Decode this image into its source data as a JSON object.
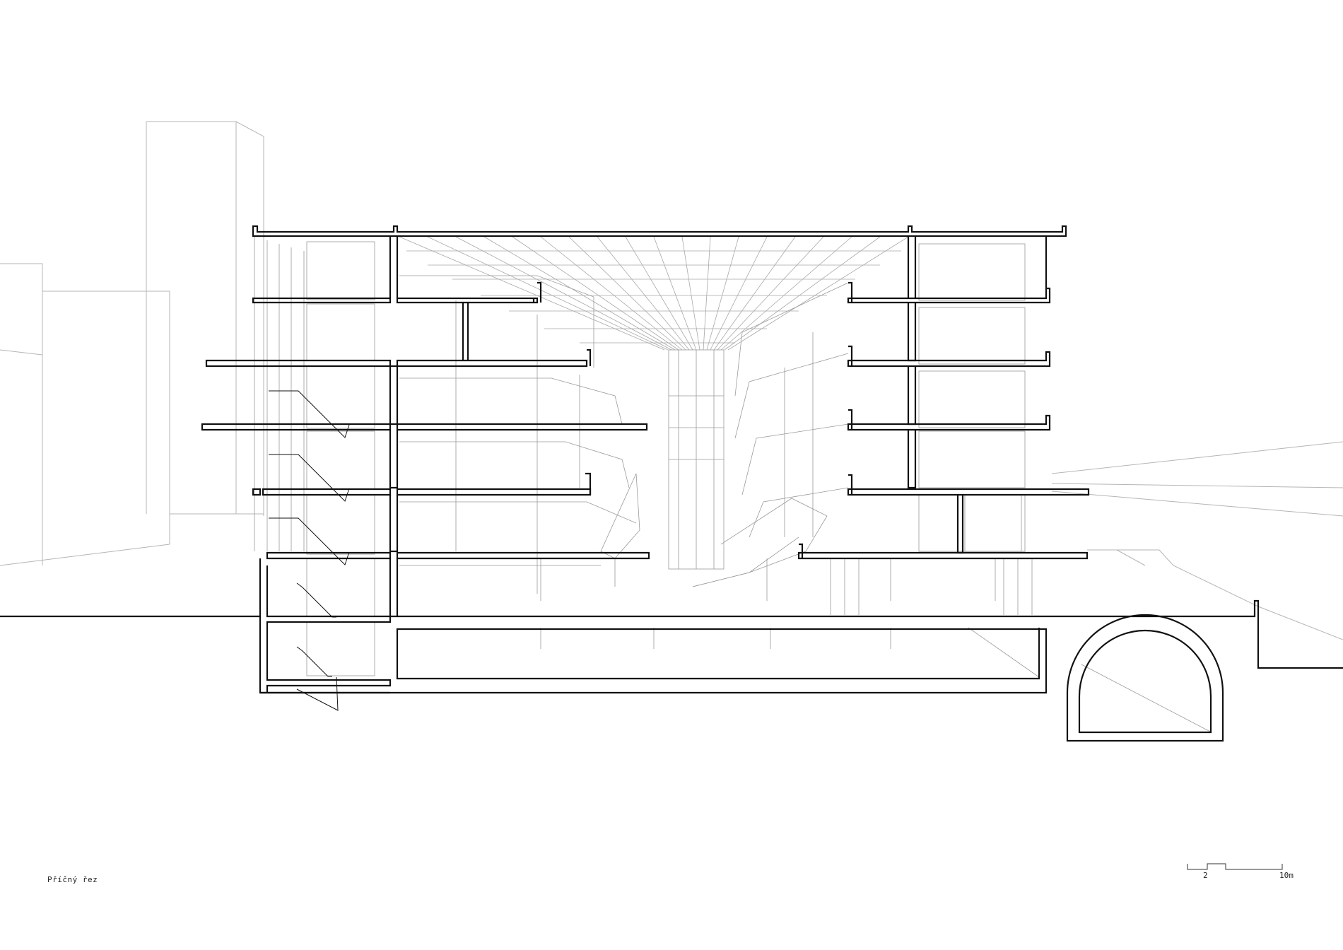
{
  "drawing": {
    "caption": "Příčný řez",
    "scale_bar": {
      "label_start": "2",
      "label_end": "10m"
    },
    "colors": {
      "background": "#ffffff",
      "section_line": "#111111",
      "projection_line": "#9a9a9a",
      "context_line": "#b5b5b5"
    }
  }
}
